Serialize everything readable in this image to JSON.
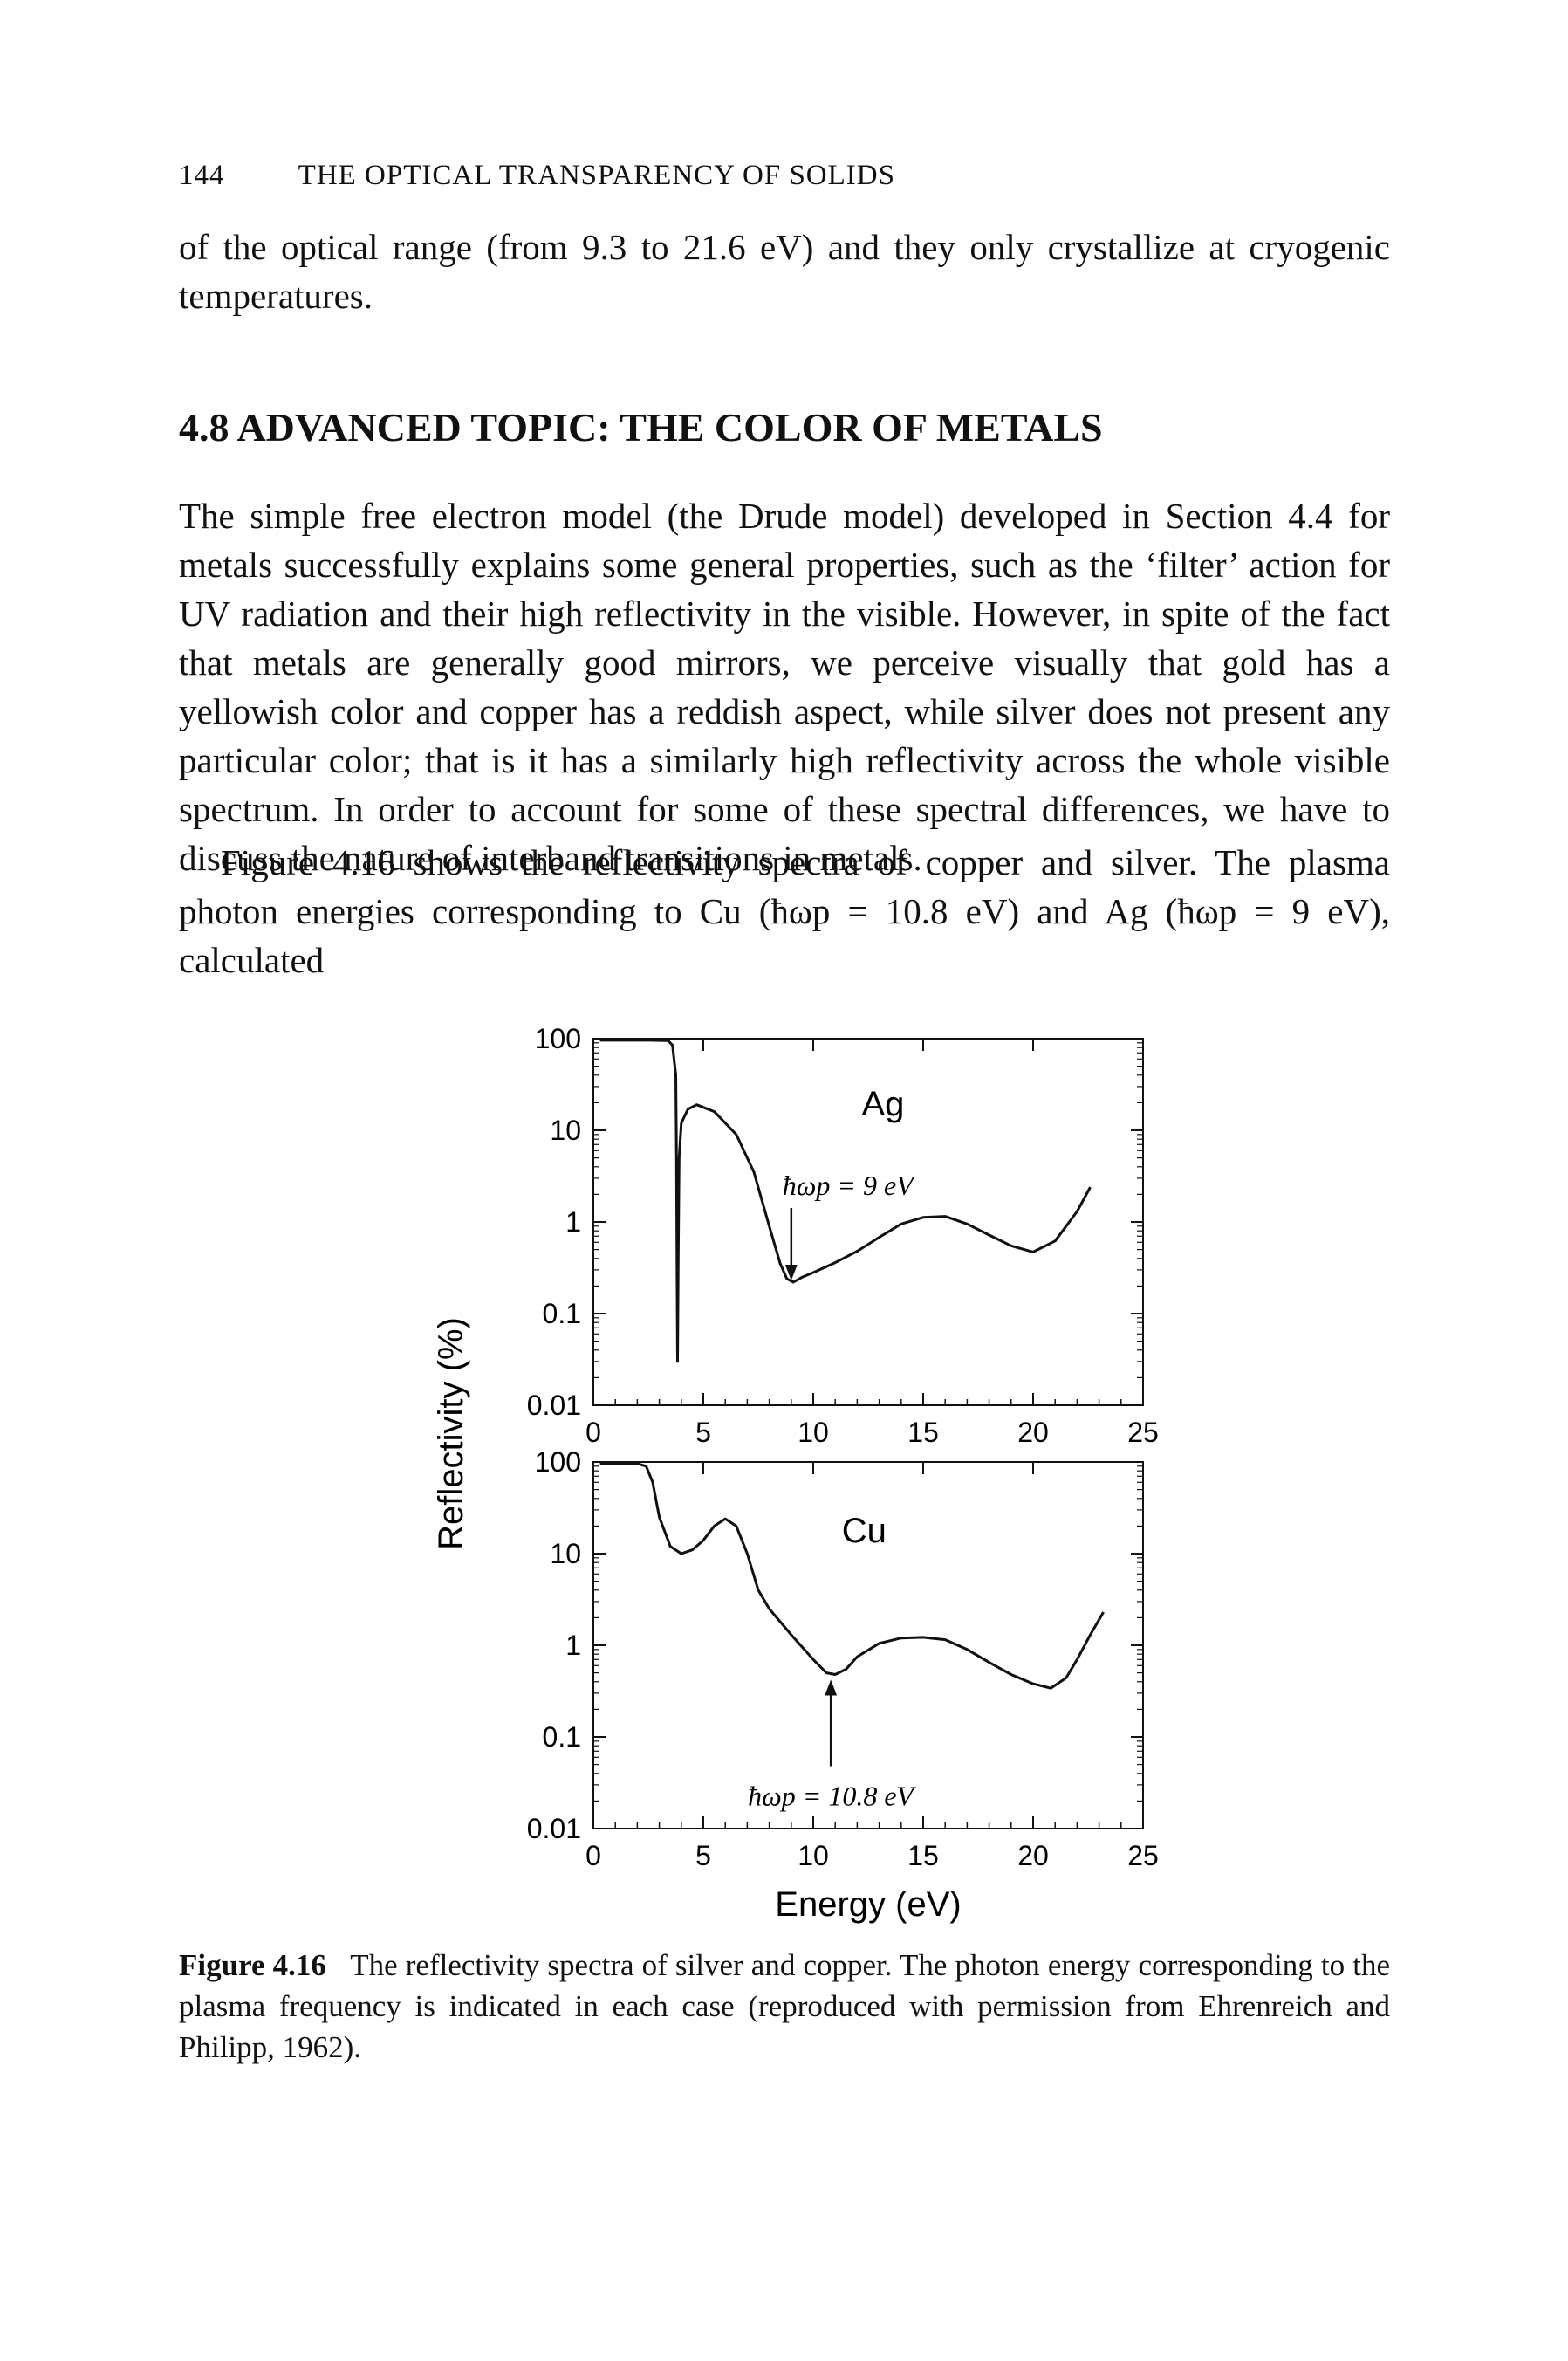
{
  "header": {
    "page_number": "144",
    "running_title": "THE OPTICAL TRANSPARENCY OF SOLIDS"
  },
  "para_top": "of the optical range (from 9.3 to 21.6 eV) and they only crystallize at cryogenic temperatures.",
  "section_title": "4.8 ADVANCED TOPIC: THE COLOR OF METALS",
  "para_1": "The simple free electron model (the Drude model) developed in Section 4.4 for metals successfully explains some general properties, such as the ‘filter’ action for UV radiation and their high reflectivity in the visible. However, in spite of the fact that metals are generally good mirrors, we perceive visually that gold has a yellowish color and copper has a reddish aspect, while silver does not present any particular color; that is it has a similarly high reflectivity across the whole visible spectrum. In order to account for some of these spectral differences, we have to discuss the nature of interband transitions in metals.",
  "para_2": "Figure 4.16 shows the reflectivity spectra of copper and silver. The plasma photon energies corresponding to Cu (ħωp = 10.8 eV) and Ag (ħωp = 9 eV), calculated",
  "caption": {
    "label": "Figure 4.16",
    "text": "The reflectivity spectra of silver and copper. The photon energy corresponding to the plasma frequency is indicated in each case (reproduced with permission from Ehrenreich and Philipp, 1962)."
  },
  "chart_data": [
    {
      "type": "line",
      "label": "Ag",
      "ylabel": "Reflectivity (%)",
      "yscale": "log",
      "xlim": [
        0,
        25
      ],
      "ylim": [
        0.01,
        100
      ],
      "x_ticks": [
        "0",
        "5",
        "10",
        "15",
        "20",
        "25"
      ],
      "y_ticks": [
        "0.01",
        "0.1",
        "1",
        "10",
        "100"
      ],
      "annotation": {
        "text": "ħωp = 9 eV",
        "x": 9.0
      },
      "x": [
        0.3,
        2.5,
        3.4,
        3.6,
        3.75,
        3.78,
        3.8,
        3.83,
        3.86,
        3.9,
        4.0,
        4.3,
        4.7,
        5.5,
        6.5,
        7.3,
        8.0,
        8.5,
        8.8,
        9.1,
        9.5,
        10.0,
        11.0,
        12.0,
        13.0,
        14.0,
        15.0,
        16.0,
        17.0,
        18.0,
        19.0,
        20.0,
        21.0,
        22.0,
        22.6
      ],
      "y": [
        96,
        96,
        95,
        85,
        40,
        5,
        0.4,
        0.03,
        0.4,
        5,
        12,
        17,
        19,
        16,
        9,
        3.5,
        0.9,
        0.35,
        0.24,
        0.22,
        0.25,
        0.28,
        0.36,
        0.48,
        0.68,
        0.95,
        1.12,
        1.15,
        0.95,
        0.72,
        0.55,
        0.47,
        0.62,
        1.3,
        2.4
      ]
    },
    {
      "type": "line",
      "label": "Cu",
      "ylabel": "Reflectivity (%)",
      "yscale": "log",
      "xlim": [
        0,
        25
      ],
      "ylim": [
        0.01,
        100
      ],
      "x_ticks": [
        "0",
        "5",
        "10",
        "15",
        "20",
        "25"
      ],
      "y_ticks": [
        "0.01",
        "0.1",
        "1",
        "10",
        "100"
      ],
      "annotation": {
        "text": "ħωp = 10.8 eV",
        "x": 10.8
      },
      "x": [
        0.3,
        2.0,
        2.4,
        2.7,
        3.0,
        3.5,
        4.0,
        4.5,
        5.0,
        5.5,
        6.0,
        6.5,
        7.0,
        7.5,
        8.0,
        9.0,
        10.0,
        10.6,
        11.0,
        11.5,
        12.0,
        13.0,
        14.0,
        15.0,
        16.0,
        17.0,
        18.0,
        19.0,
        20.0,
        20.8,
        21.5,
        22.0,
        22.6,
        23.2
      ],
      "y": [
        96,
        96,
        90,
        60,
        25,
        12,
        10,
        11,
        14,
        20,
        24,
        20,
        10,
        4,
        2.5,
        1.3,
        0.7,
        0.5,
        0.48,
        0.55,
        0.75,
        1.05,
        1.2,
        1.22,
        1.15,
        0.9,
        0.65,
        0.48,
        0.38,
        0.34,
        0.44,
        0.7,
        1.3,
        2.3
      ]
    }
  ]
}
